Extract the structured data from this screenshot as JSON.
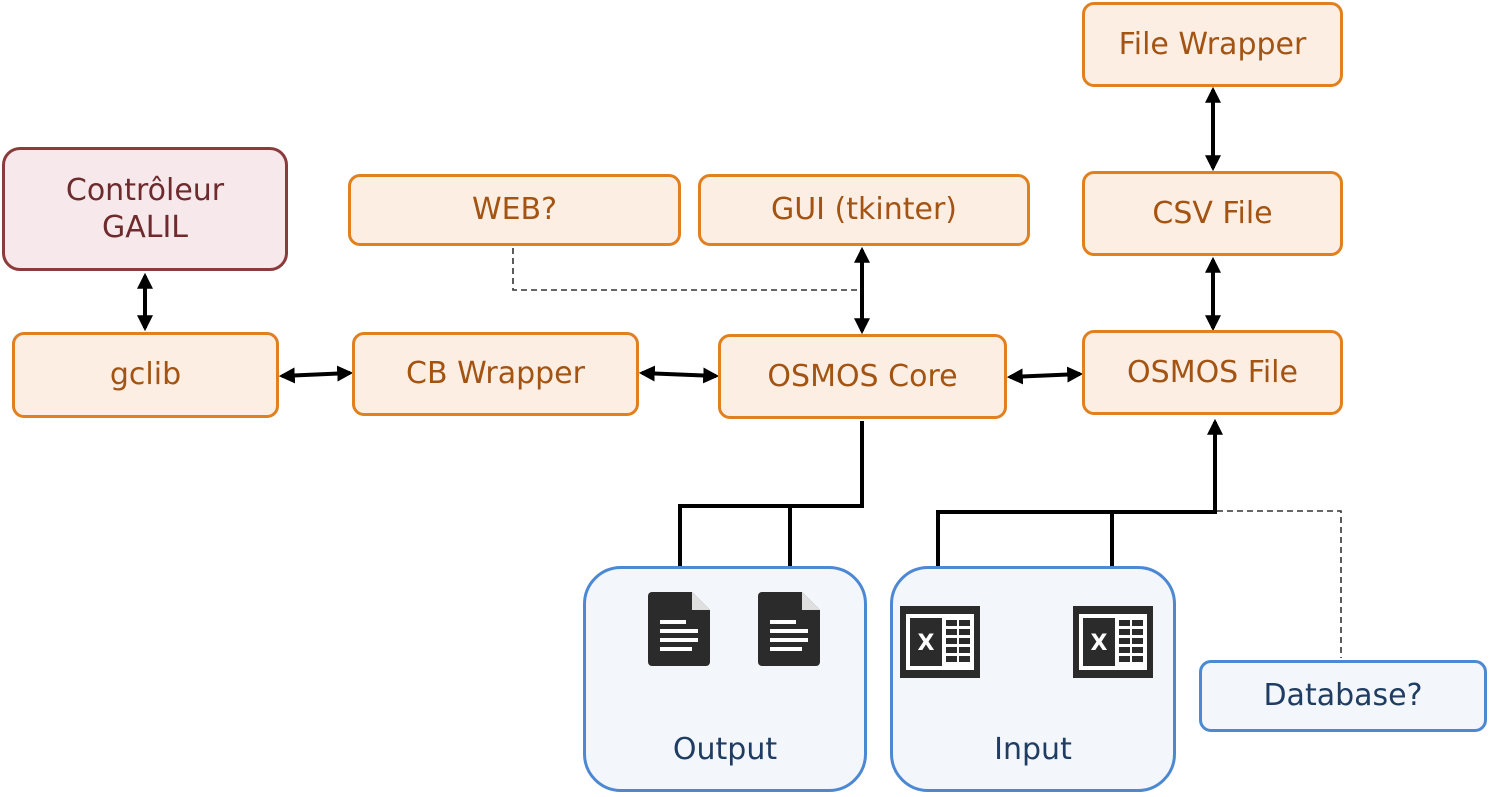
{
  "nodes": {
    "file_wrapper": "File Wrapper",
    "controleur_line1": "Contrôleur",
    "controleur_line2": "GALIL",
    "web": "WEB?",
    "gui": "GUI (tkinter)",
    "csv_file": "CSV File",
    "gclib": "gclib",
    "cb_wrapper": "CB Wrapper",
    "osmos_core": "OSMOS Core",
    "osmos_file": "OSMOS File",
    "database": "Database?"
  },
  "groups": {
    "output": "Output",
    "input": "Input"
  },
  "icons": {
    "output_files": [
      "document-icon",
      "document-icon"
    ],
    "input_files": [
      "excel-icon",
      "excel-icon"
    ]
  },
  "colors": {
    "orange_border": "#e0801f",
    "orange_fill": "#fdeee4",
    "orange_text": "#a35412",
    "maroon_border": "#8c3b3d",
    "blue_border": "#4d88d2",
    "icon_dark": "#2b2b2b"
  }
}
